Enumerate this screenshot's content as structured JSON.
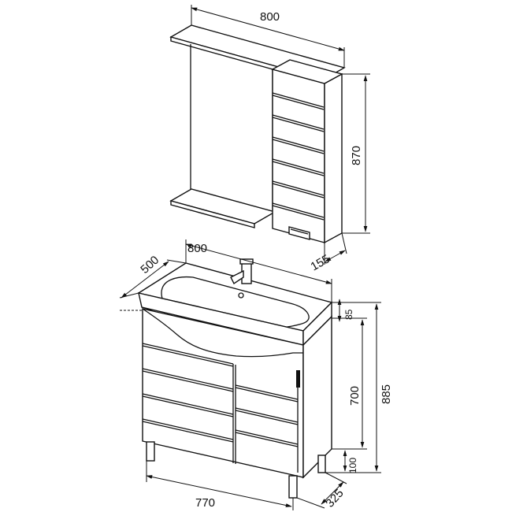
{
  "dimensions": {
    "mirror_width": "800",
    "mirror_height": "870",
    "mirror_depth": "155",
    "vanity_width": "800",
    "vanity_depth": "500",
    "basin_height": "85",
    "cabinet_height": "700",
    "total_height": "885",
    "leg_height": "100",
    "base_width": "770",
    "base_depth": "325"
  }
}
